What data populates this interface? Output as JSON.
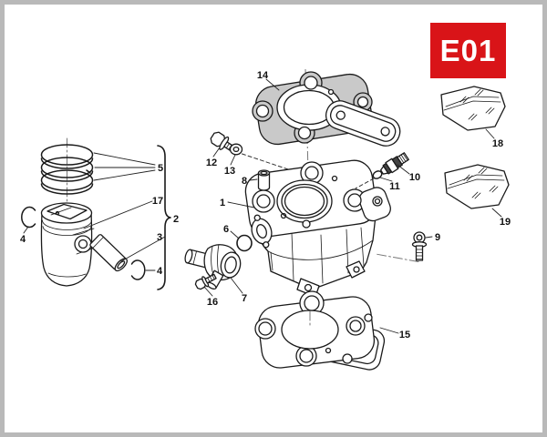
{
  "badge": {
    "label": "E01"
  },
  "colors": {
    "badge_bg": "#d91418",
    "badge_text": "#ffffff",
    "line_art": "#1a1a1a",
    "gasket_fill": "#c9c9c9",
    "page_border": "#b9b9b9",
    "page_bg": "#ffffff"
  },
  "diagram": {
    "callouts": {
      "c1": "1",
      "c2": "2",
      "c3": "3",
      "c4a": "4",
      "c4b": "4",
      "c5": "5",
      "c6": "6",
      "c7": "7",
      "c8": "8",
      "c9": "9",
      "c10": "10",
      "c11": "11",
      "c12": "12",
      "c13": "13",
      "c14": "14",
      "c15": "15",
      "c16": "16",
      "c17": "17",
      "c18": "18",
      "c19": "19"
    }
  }
}
